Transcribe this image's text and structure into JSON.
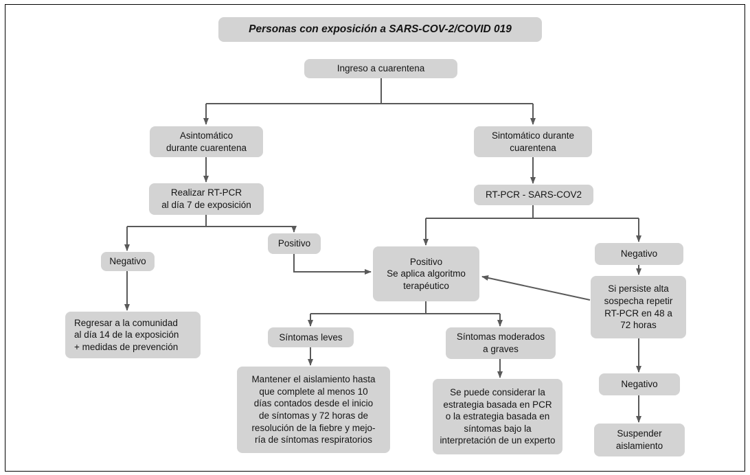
{
  "colors": {
    "node_bg": "#d3d3d3",
    "arrow": "#595959"
  },
  "title": {
    "label": "Personas con exposición a SARS-COV-2/COVID 019"
  },
  "nodes": {
    "ingreso": {
      "label": "Ingreso a cuarentena"
    },
    "asintomatico": {
      "label": "Asintomático\ndurante cuarentena"
    },
    "sintomatico": {
      "label": "Sintomático durante\ncuarentena"
    },
    "realizar_rtpcr": {
      "label": "Realizar RT-PCR\nal día 7 de exposición"
    },
    "negativo_izq": {
      "label": "Negativo"
    },
    "positivo_izq": {
      "label": "Positivo"
    },
    "regresar": {
      "label": "Regresar a la comunidad\nal día 14 de la exposición\n+ medidas de prevención"
    },
    "rtpcr_sarscov2": {
      "label": "RT-PCR - SARS-COV2"
    },
    "positivo_algoritmo": {
      "label": "Positivo\nSe aplica algoritmo\nterapéutico"
    },
    "negativo_der": {
      "label": "Negativo"
    },
    "si_persiste": {
      "label": "Si persiste alta\nsospecha repetir\nRT-PCR en 48 a\n72 horas"
    },
    "negativo_repetir": {
      "label": "Negativo"
    },
    "suspender": {
      "label": "Suspender\naislamiento"
    },
    "sintomas_leves": {
      "label": "Síntomas leves"
    },
    "sintomas_moderados": {
      "label": "Síntomas moderados\na graves"
    },
    "mantener": {
      "label": "Mantener el aislamiento hasta\nque complete al menos 10\ndías contados desde el inicio\nde síntomas y 72 horas de\nresolución de la fiebre y mejo-\nría de síntomas respiratorios"
    },
    "se_puede": {
      "label": "Se puede considerar la\nestrategia basada en PCR\no la estrategia basada en\nsíntomas bajo la\ninterpretación de un experto"
    }
  },
  "edges": [
    {
      "from": "ingreso",
      "to": "asintomatico"
    },
    {
      "from": "ingreso",
      "to": "sintomatico"
    },
    {
      "from": "asintomatico",
      "to": "realizar_rtpcr"
    },
    {
      "from": "realizar_rtpcr",
      "to": "negativo_izq"
    },
    {
      "from": "realizar_rtpcr",
      "to": "positivo_izq"
    },
    {
      "from": "negativo_izq",
      "to": "regresar"
    },
    {
      "from": "positivo_izq",
      "to": "positivo_algoritmo"
    },
    {
      "from": "sintomatico",
      "to": "rtpcr_sarscov2"
    },
    {
      "from": "rtpcr_sarscov2",
      "to": "positivo_algoritmo"
    },
    {
      "from": "rtpcr_sarscov2",
      "to": "negativo_der"
    },
    {
      "from": "negativo_der",
      "to": "si_persiste"
    },
    {
      "from": "si_persiste",
      "to": "positivo_algoritmo"
    },
    {
      "from": "si_persiste",
      "to": "negativo_repetir"
    },
    {
      "from": "negativo_repetir",
      "to": "suspender"
    },
    {
      "from": "positivo_algoritmo",
      "to": "sintomas_leves"
    },
    {
      "from": "positivo_algoritmo",
      "to": "sintomas_moderados"
    },
    {
      "from": "sintomas_leves",
      "to": "mantener"
    },
    {
      "from": "sintomas_moderados",
      "to": "se_puede"
    }
  ]
}
